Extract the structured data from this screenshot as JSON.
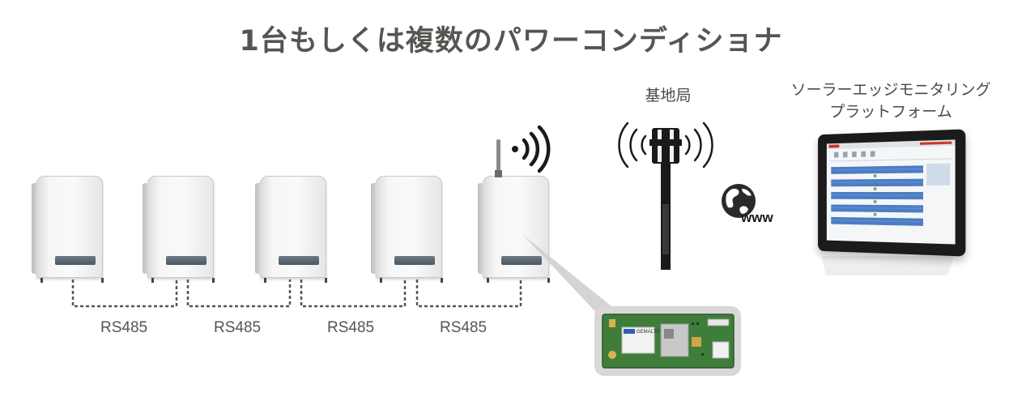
{
  "title": "1台もしくは複数のパワーコンディショナ",
  "base_station_label": "基地局",
  "platform_label_line1": "ソーラーエッジモニタリング",
  "platform_label_line2": "プラットフォーム",
  "www_label": "www",
  "rs485_labels": [
    "RS485",
    "RS485",
    "RS485",
    "RS485"
  ],
  "board_brand": "GEMALTO",
  "colors": {
    "title": "#555551",
    "cable": "#555555",
    "pcb_green": "#3f7d3a",
    "globe": "#2a2a2a",
    "screen_bar": "#4d7dc4"
  }
}
